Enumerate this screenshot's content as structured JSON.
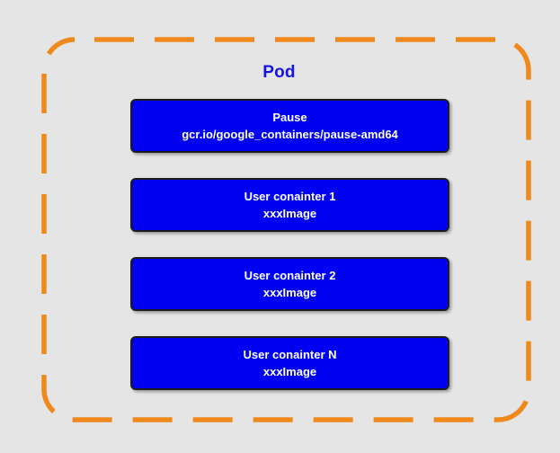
{
  "diagram": {
    "title": "Pod",
    "colors": {
      "background": "#e5e5e5",
      "pod_dashed_border": "#f0891c",
      "title_text": "#1414e8",
      "box_fill": "#0101f2",
      "box_border": "#1c1c1c",
      "box_text": "#ffffff"
    },
    "containers": [
      {
        "name": "Pause",
        "image": "gcr.io/google_containers/pause-amd64"
      },
      {
        "name": "User conainter 1",
        "image": "xxxImage"
      },
      {
        "name": "User conainter 2",
        "image": "xxxImage"
      },
      {
        "name": "User conainter N",
        "image": "xxxImage"
      }
    ]
  }
}
